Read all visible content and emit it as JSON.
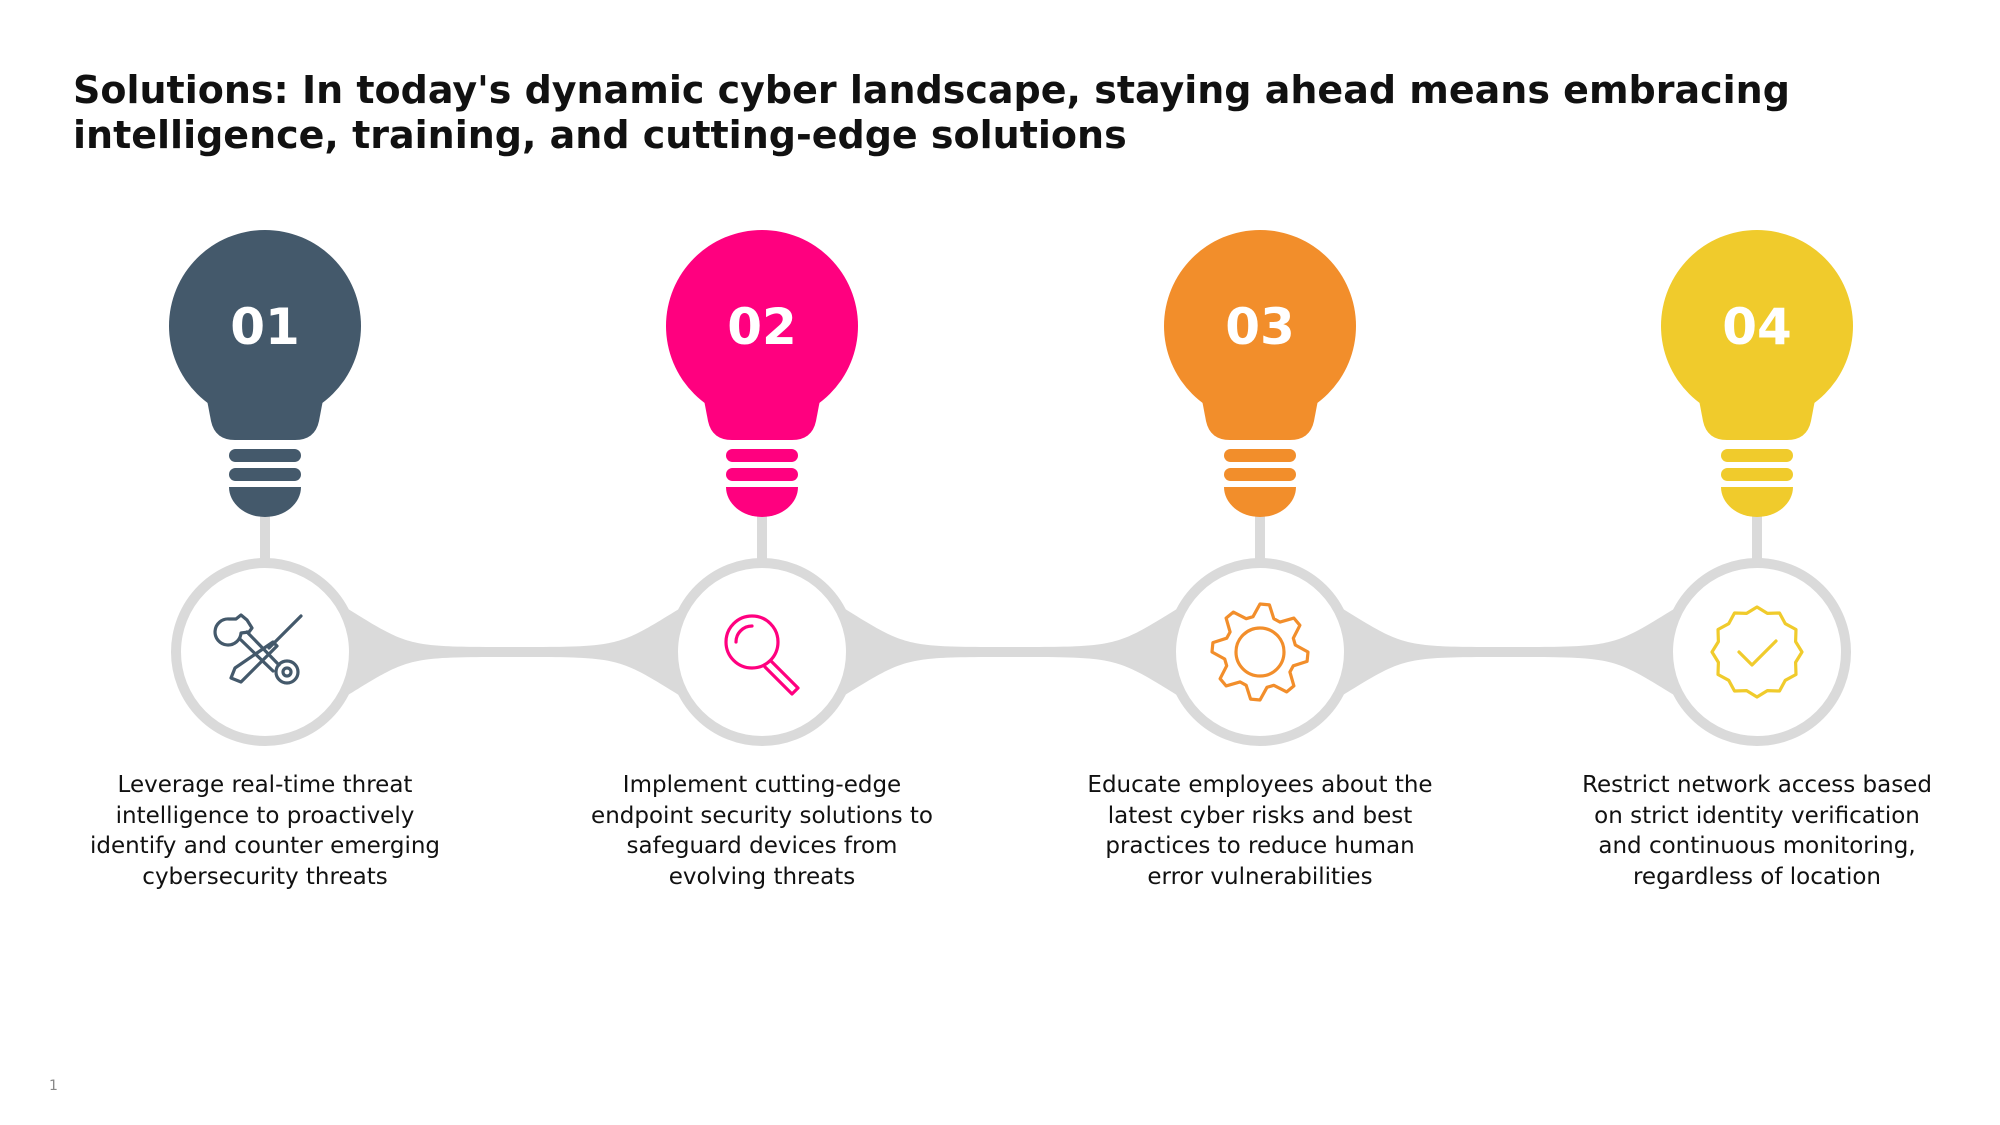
{
  "title": "Solutions: In today's dynamic cyber landscape, staying ahead means embracing intelligence, training, and cutting-edge solutions",
  "steps": [
    {
      "number": "01",
      "color": "#44596B",
      "icon": "tools-icon",
      "description": "Leverage real-time threat intelligence to proactively identify and counter emerging cybersecurity threats"
    },
    {
      "number": "02",
      "color": "#FF007F",
      "icon": "magnifier-icon",
      "description": "Implement cutting-edge endpoint security solutions to safeguard devices from evolving threats"
    },
    {
      "number": "03",
      "color": "#F28E2B",
      "icon": "gear-icon",
      "description": "Educate employees about the latest cyber risks and best practices to reduce human error vulnerabilities"
    },
    {
      "number": "04",
      "color": "#F0CB2C",
      "icon": "badge-check-icon",
      "description": "Restrict network access based on strict identity verification and continuous monitoring, regardless of location"
    }
  ],
  "connector_color": "#DADADA",
  "slide_number": "1"
}
